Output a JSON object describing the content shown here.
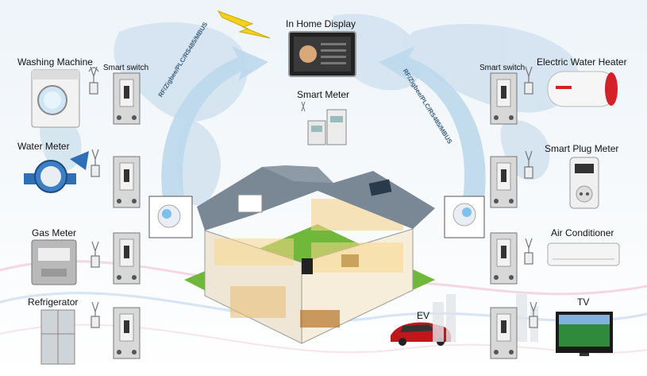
{
  "title": "In Home Display",
  "center": {
    "smart_meter_label": "Smart Meter",
    "ev_label": "EV"
  },
  "protocol_text": "RF/Zigbee/PLC/RS485/MBUS",
  "left": {
    "smart_switch_label": "Smart switch",
    "devices": [
      "Washing Machine",
      "Water Meter",
      "Gas Meter",
      "Refrigerator"
    ]
  },
  "right": {
    "smart_switch_label": "Smart switch",
    "devices": [
      "Electric Water Heater",
      "Smart Plug Meter",
      "Air Conditioner",
      "TV"
    ]
  },
  "colors": {
    "arrow": "#bcd8ec",
    "switch_body": "#d8d8d8",
    "background_map": "#c9dcea",
    "roof": "#7a8794",
    "lawn": "#6fb83a",
    "car": "#c0171d"
  }
}
